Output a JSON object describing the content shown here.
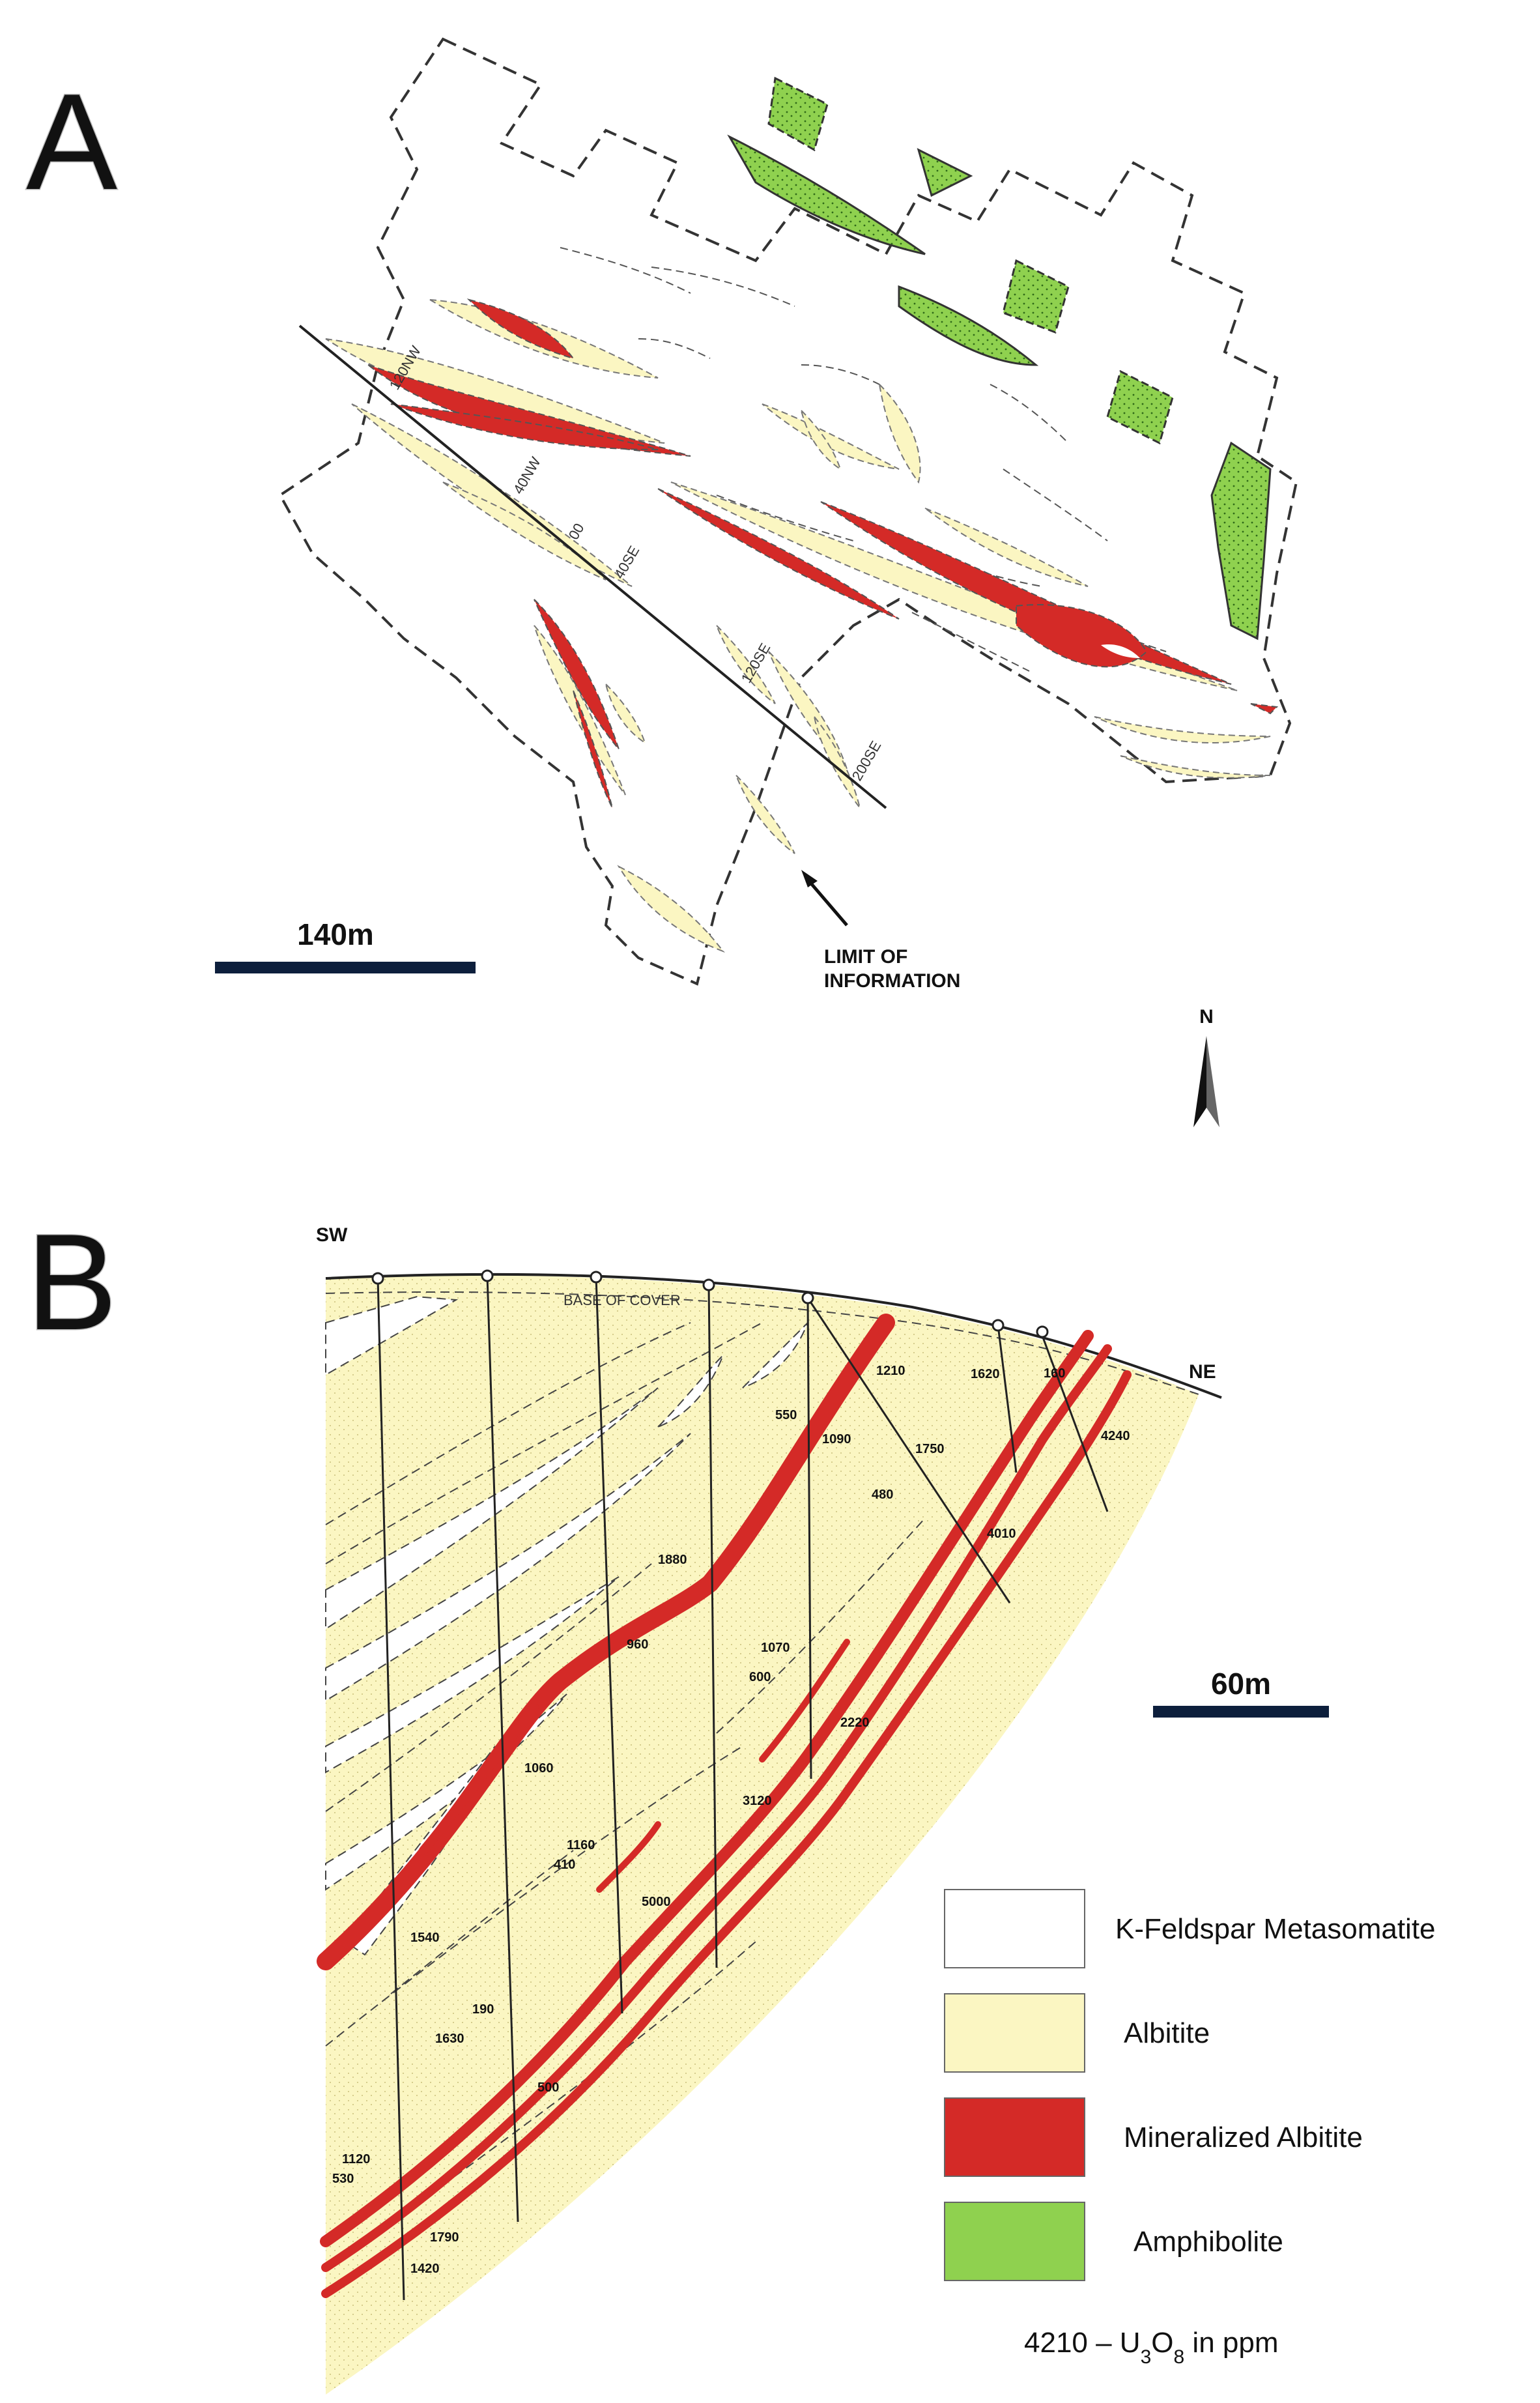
{
  "panels": {
    "a": {
      "letter": "A",
      "scale_label": "140m",
      "limit_label_line1": "LIMIT OF",
      "limit_label_line2": "INFORMATION",
      "north_label": "N",
      "section_lines": [
        "120NW",
        "40NW",
        "00",
        "40SE",
        "120SE",
        "200SE"
      ]
    },
    "b": {
      "letter": "B",
      "sw_label": "SW",
      "ne_label": "NE",
      "base_of_cover": "BASE OF COVER",
      "scale_label": "60m",
      "assays": [
        "1210",
        "1620",
        "160",
        "550",
        "1090",
        "1750",
        "4240",
        "480",
        "4010",
        "1880",
        "1070",
        "960",
        "600",
        "2220",
        "1060",
        "3120",
        "1160",
        "410",
        "5000",
        "1540",
        "190",
        "1630",
        "500",
        "1120",
        "530",
        "1790",
        "1420"
      ]
    }
  },
  "legend": {
    "items": [
      {
        "label": "K-Feldspar Metasomatite",
        "color": "#ffffff"
      },
      {
        "label": "Albitite",
        "color": "#fbf6c2"
      },
      {
        "label": "Mineralized Albitite",
        "color": "#d42a27"
      },
      {
        "label": "Amphibolite",
        "color": "#8fd14f"
      }
    ],
    "note_prefix": "4210 – U",
    "note_sub1": "3",
    "note_o": "O",
    "note_sub2": "8",
    "note_suffix": " in ppm"
  },
  "colors": {
    "albitite": "#fbf6c2",
    "mineralized": "#d42a27",
    "amphibolite": "#8fd14f",
    "line": "#333333",
    "scalebar": "#0d1f3c"
  }
}
